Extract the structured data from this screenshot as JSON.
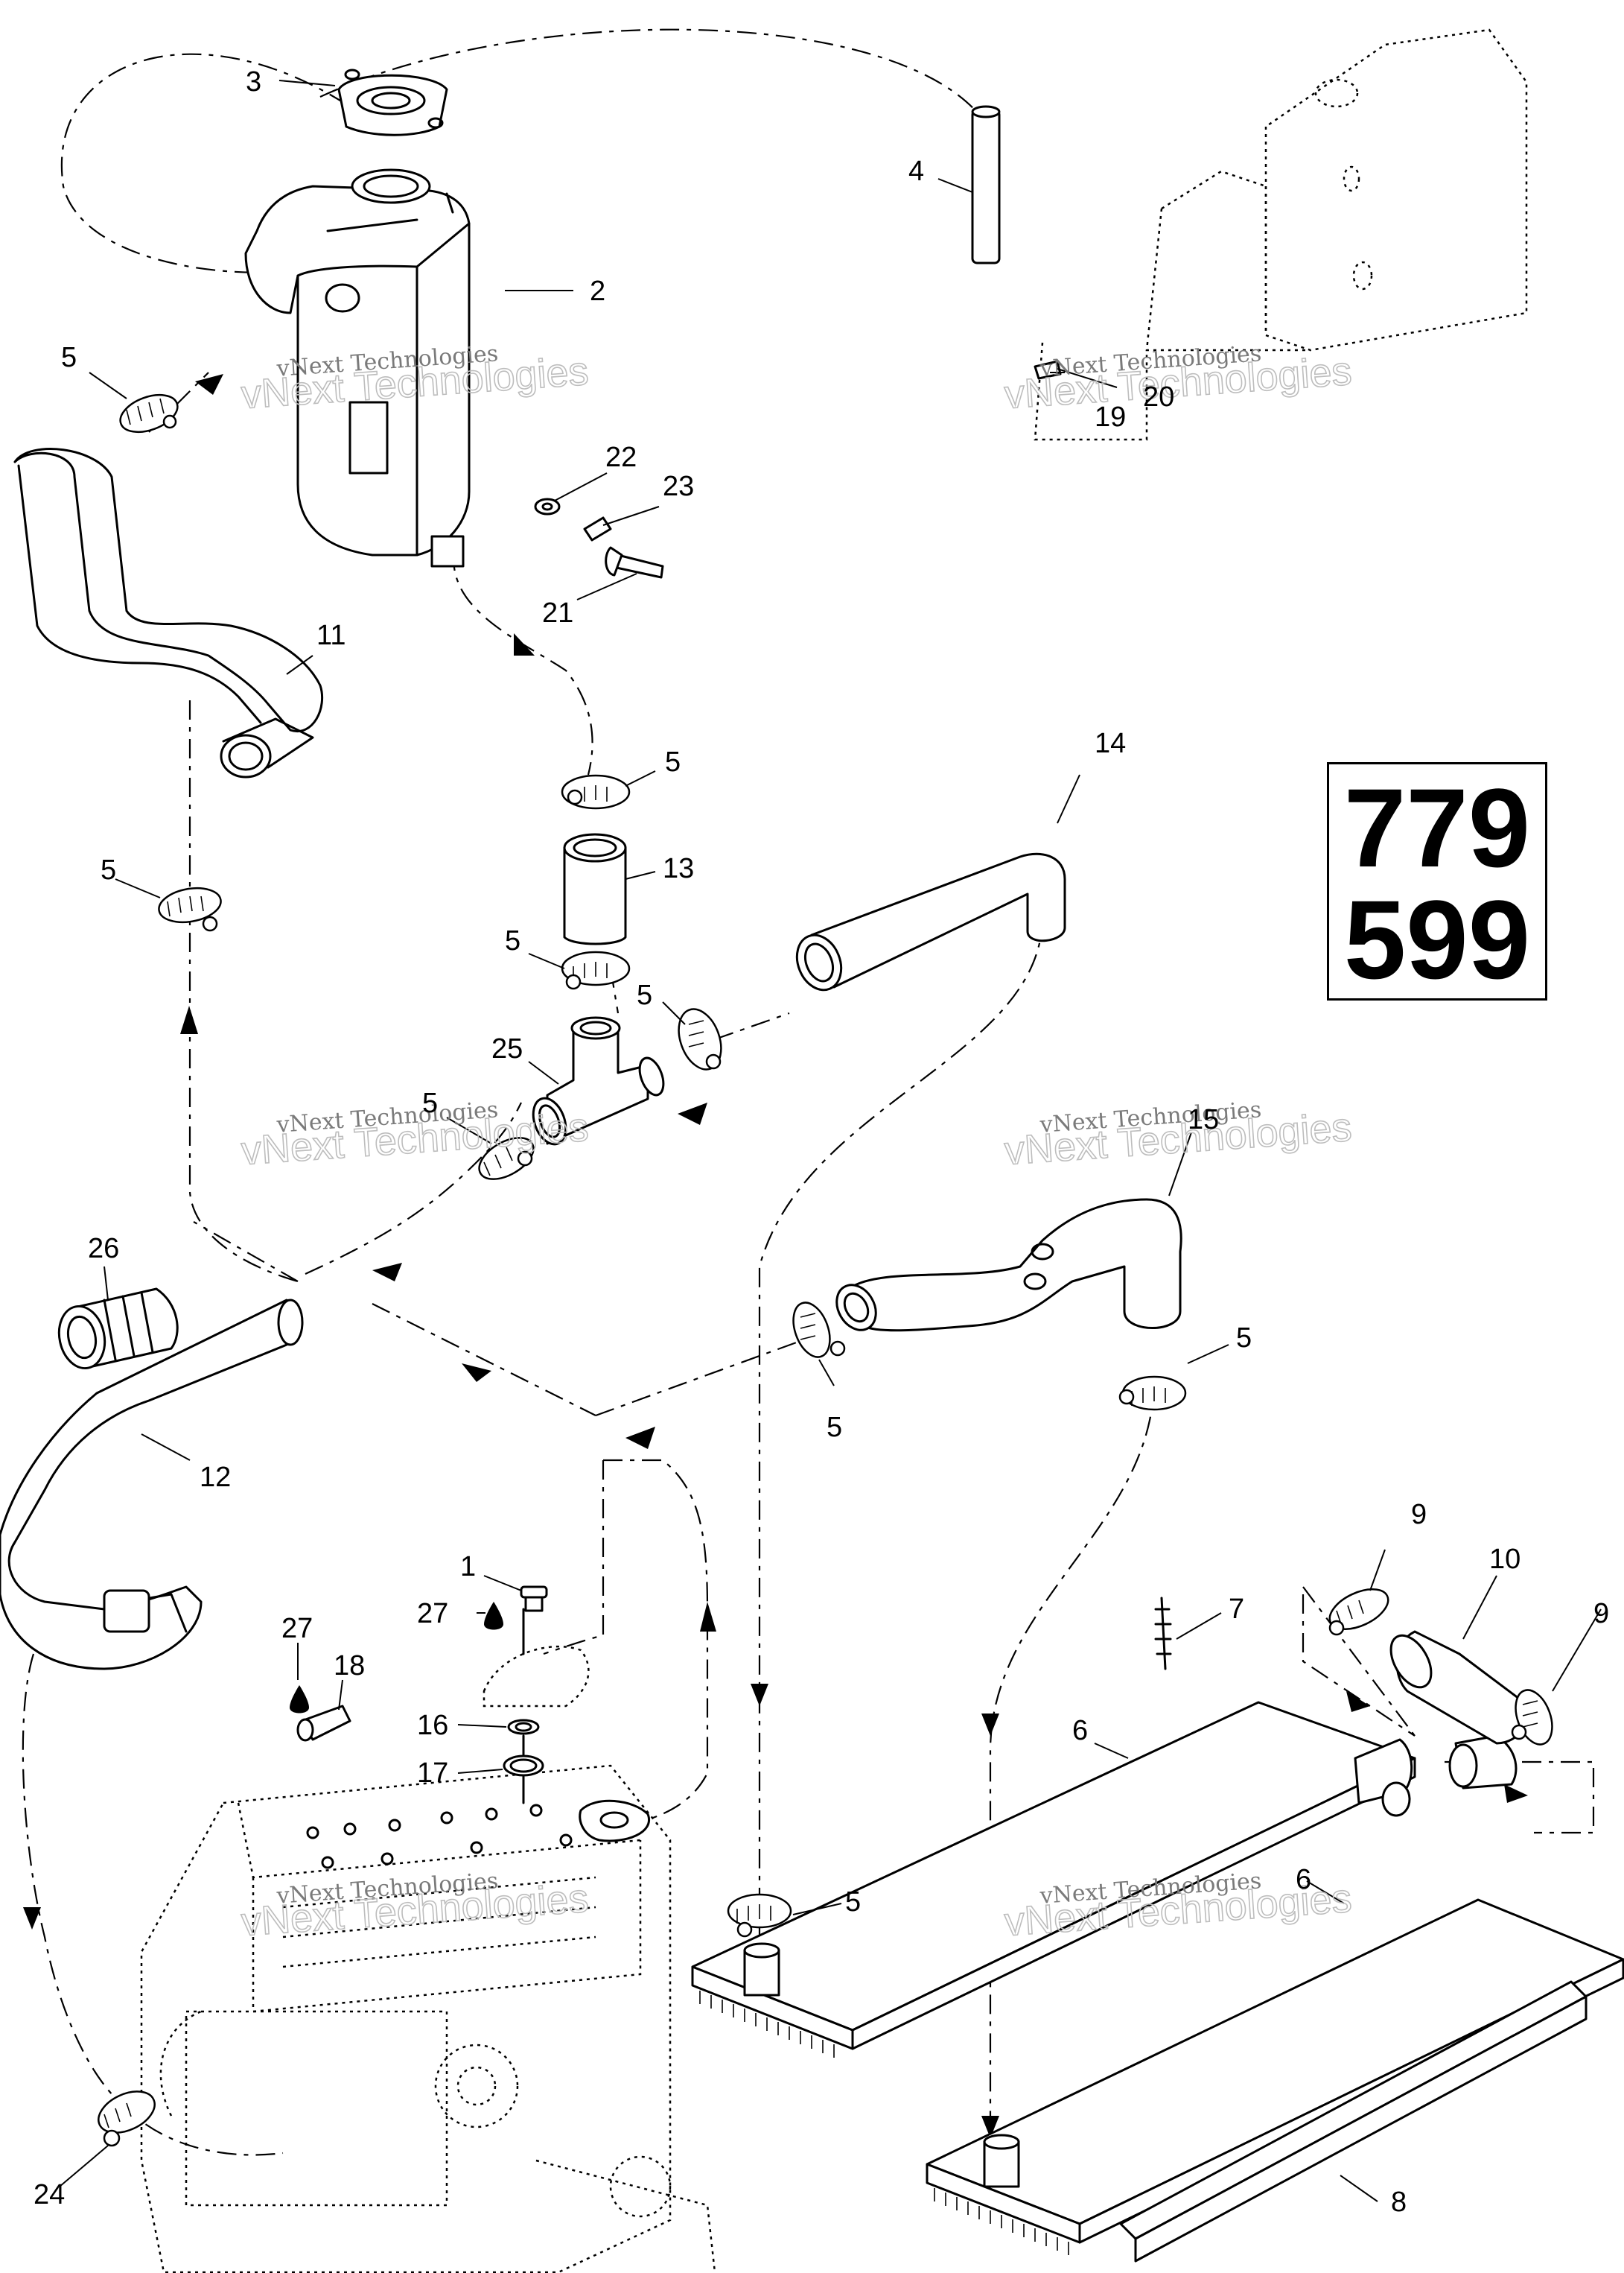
{
  "reference_number": [
    "779",
    "599"
  ],
  "watermark": {
    "line1": "vNext Technologies",
    "line2": "vNext Technologies"
  },
  "callouts": [
    {
      "id": "c3",
      "text": "3"
    },
    {
      "id": "c4",
      "text": "4"
    },
    {
      "id": "c2",
      "text": "2"
    },
    {
      "id": "c5a",
      "text": "5"
    },
    {
      "id": "c22",
      "text": "22"
    },
    {
      "id": "c23",
      "text": "23"
    },
    {
      "id": "c21",
      "text": "21"
    },
    {
      "id": "c11",
      "text": "11"
    },
    {
      "id": "c19",
      "text": "19"
    },
    {
      "id": "c20",
      "text": "20"
    },
    {
      "id": "c5b",
      "text": "5"
    },
    {
      "id": "c14",
      "text": "14"
    },
    {
      "id": "c13",
      "text": "13"
    },
    {
      "id": "c5c",
      "text": "5"
    },
    {
      "id": "c5d",
      "text": "5"
    },
    {
      "id": "c5e",
      "text": "5"
    },
    {
      "id": "c25",
      "text": "25"
    },
    {
      "id": "c5f",
      "text": "5"
    },
    {
      "id": "c15",
      "text": "15"
    },
    {
      "id": "c26",
      "text": "26"
    },
    {
      "id": "c5g",
      "text": "5"
    },
    {
      "id": "c5h",
      "text": "5"
    },
    {
      "id": "c12",
      "text": "12"
    },
    {
      "id": "c1",
      "text": "1"
    },
    {
      "id": "c27a",
      "text": "27"
    },
    {
      "id": "c27b",
      "text": "27"
    },
    {
      "id": "c18",
      "text": "18"
    },
    {
      "id": "c16",
      "text": "16"
    },
    {
      "id": "c17",
      "text": "17"
    },
    {
      "id": "c9a",
      "text": "9"
    },
    {
      "id": "c10",
      "text": "10"
    },
    {
      "id": "c9b",
      "text": "9"
    },
    {
      "id": "c7",
      "text": "7"
    },
    {
      "id": "c6a",
      "text": "6"
    },
    {
      "id": "c6b",
      "text": "6"
    },
    {
      "id": "c5i",
      "text": "5"
    },
    {
      "id": "c24",
      "text": "24"
    },
    {
      "id": "c8",
      "text": "8"
    }
  ]
}
